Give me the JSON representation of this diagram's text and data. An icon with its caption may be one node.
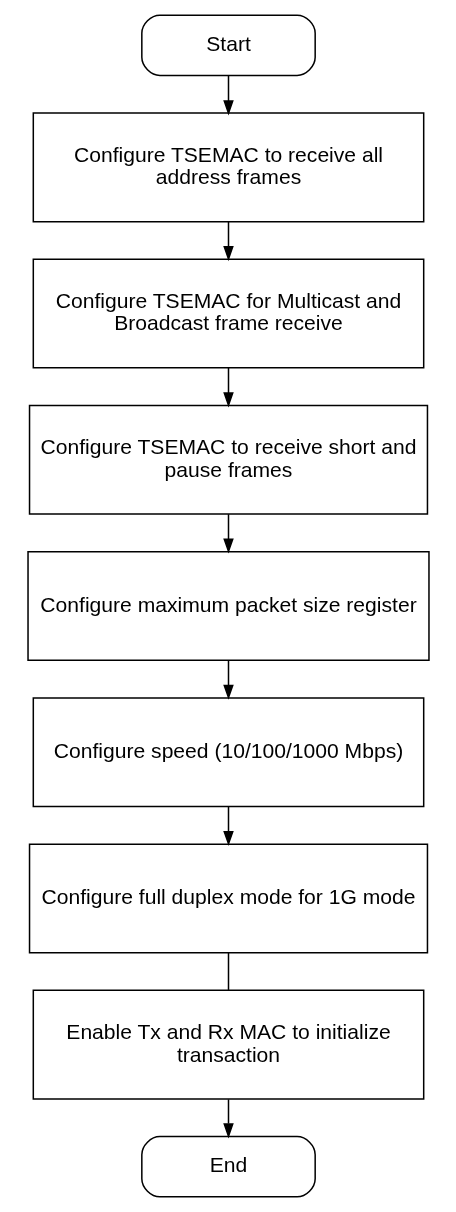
{
  "diagram": {
    "nodes": [
      {
        "text": [
          "Start"
        ]
      },
      {
        "text": [
          "Configure TSEMAC to receive all address frames"
        ]
      },
      {
        "text": [
          "Configure TSEMAC for Multicast and Broadcast frame receive"
        ]
      },
      {
        "text": [
          "Configure TSEMAC to receive short and pause frames"
        ]
      },
      {
        "text": [
          "Configure maximum packet size register"
        ]
      },
      {
        "text": [
          "Configure speed (10/100/1000 Mbps)"
        ]
      },
      {
        "text": [
          "Configure full duplex mode for 1G mode"
        ]
      },
      {
        "text": [
          "Enable Tx and Rx MAC to initialize transaction"
        ]
      },
      {
        "text": [
          "End"
        ]
      }
    ],
    "edges": [
      {
        "from": 0,
        "to": 1,
        "arrow": "to"
      },
      {
        "from": 1,
        "to": 2,
        "arrow": "to"
      },
      {
        "from": 2,
        "to": 3,
        "arrow": "to"
      },
      {
        "from": 3,
        "to": 4,
        "arrow": "to"
      },
      {
        "from": 4,
        "to": 5,
        "arrow": "to"
      },
      {
        "from": 5,
        "to": 6,
        "arrow": "to"
      },
      {
        "from": 6,
        "to": 7,
        "arrow": "none"
      },
      {
        "from": 7,
        "to": 8,
        "arrow": "to"
      }
    ]
  }
}
